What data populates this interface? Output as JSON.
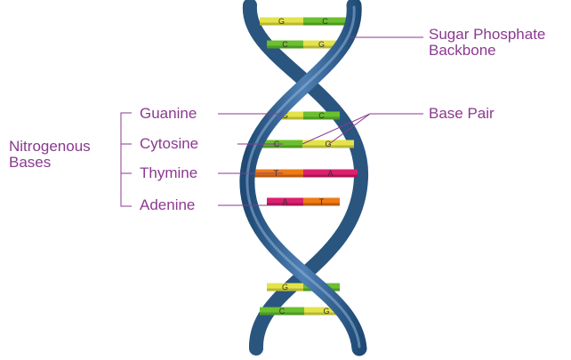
{
  "title": "",
  "colors": {
    "label": "#8a3a8f",
    "guanine": "#e3e34a",
    "cytosine": "#6cbf2e",
    "thymine": "#f07a14",
    "adenine": "#dd1f6e",
    "backbone": "#2f5f8f",
    "backbone_light": "#6a94c2"
  },
  "nitrogenous_bases": {
    "title_line1": "Nitrogenous",
    "title_line2": "Bases",
    "guanine": "Guanine",
    "cytosine": "Cytosine",
    "thymine": "Thymine",
    "adenine": "Adenine"
  },
  "backbone": {
    "line1": "Sugar Phosphate",
    "line2": "Backbone"
  },
  "base_pair": {
    "label": "Base Pair"
  },
  "rungs": [
    {
      "left": "G",
      "right": "C",
      "left_color": "guanine",
      "right_color": "cytosine"
    },
    {
      "left": "C",
      "right": "G",
      "left_color": "cytosine",
      "right_color": "guanine"
    },
    {
      "left": "G",
      "right": "C",
      "left_color": "guanine",
      "right_color": "cytosine"
    },
    {
      "left": "C",
      "right": "G",
      "left_color": "cytosine",
      "right_color": "guanine"
    },
    {
      "left": "T",
      "right": "A",
      "left_color": "thymine",
      "right_color": "adenine"
    },
    {
      "left": "A",
      "right": "T",
      "left_color": "adenine",
      "right_color": "thymine"
    },
    {
      "left": "G",
      "right": "C",
      "left_color": "guanine",
      "right_color": "cytosine"
    },
    {
      "left": "C",
      "right": "G",
      "left_color": "cytosine",
      "right_color": "guanine"
    }
  ]
}
